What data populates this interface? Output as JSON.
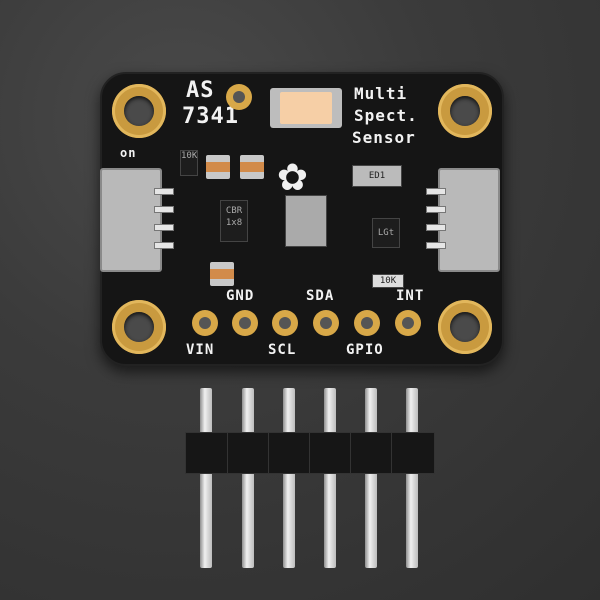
{
  "scene": "Adafruit AS7341 multi-spectral sensor breakout board with pin header",
  "board": {
    "title_line1": "AS",
    "title_line2": "7341",
    "label_line1": "Multi",
    "label_line2": "Spect.",
    "label_line3": "Sensor",
    "on_label": "on",
    "chip_u1": "CBR 1x8",
    "chip_u2": "LGt",
    "chip_u3": "ED1",
    "resistor_label_1": "10K",
    "resistor_label_2": "10K",
    "pins_top": [
      "GND",
      "SDA",
      "INT"
    ],
    "pins_bottom": [
      "VIN",
      "SCL",
      "GPIO"
    ]
  },
  "colors": {
    "pcb": "#151515",
    "gold": "#d8a848",
    "background": "#3a3a3a",
    "led": "#f6cfa6"
  },
  "header_pin_count": 6
}
